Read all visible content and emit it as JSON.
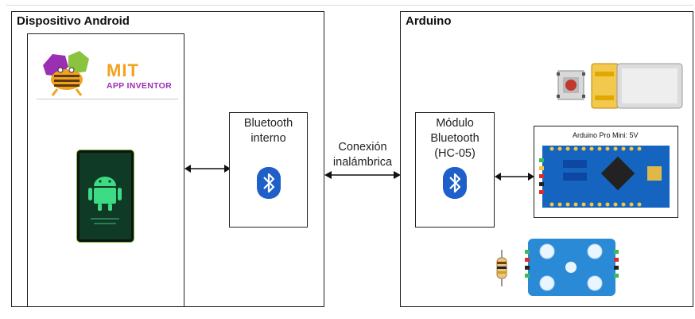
{
  "android_panel": {
    "title": "Dispositivo Android"
  },
  "mit_logo": {
    "title": "MIT",
    "subtitle": "APP INVENTOR"
  },
  "internal_bt": {
    "label_line1": "Bluetooth",
    "label_line2": "interno",
    "icon": "bluetooth-icon"
  },
  "connection": {
    "line1": "Conexión",
    "line2": "inalámbrica"
  },
  "arduino_panel": {
    "title": "Arduino"
  },
  "bt_module": {
    "line1": "Módulo",
    "line2": "Bluetooth",
    "line3": "(HC-05)",
    "icon": "bluetooth-icon"
  },
  "pro_mini": {
    "label": "Arduino Pro Mini: 5V"
  },
  "colors": {
    "bluetooth": "#1f5fc9",
    "board": "#1565c0",
    "sensor": "#2b8ad6"
  }
}
